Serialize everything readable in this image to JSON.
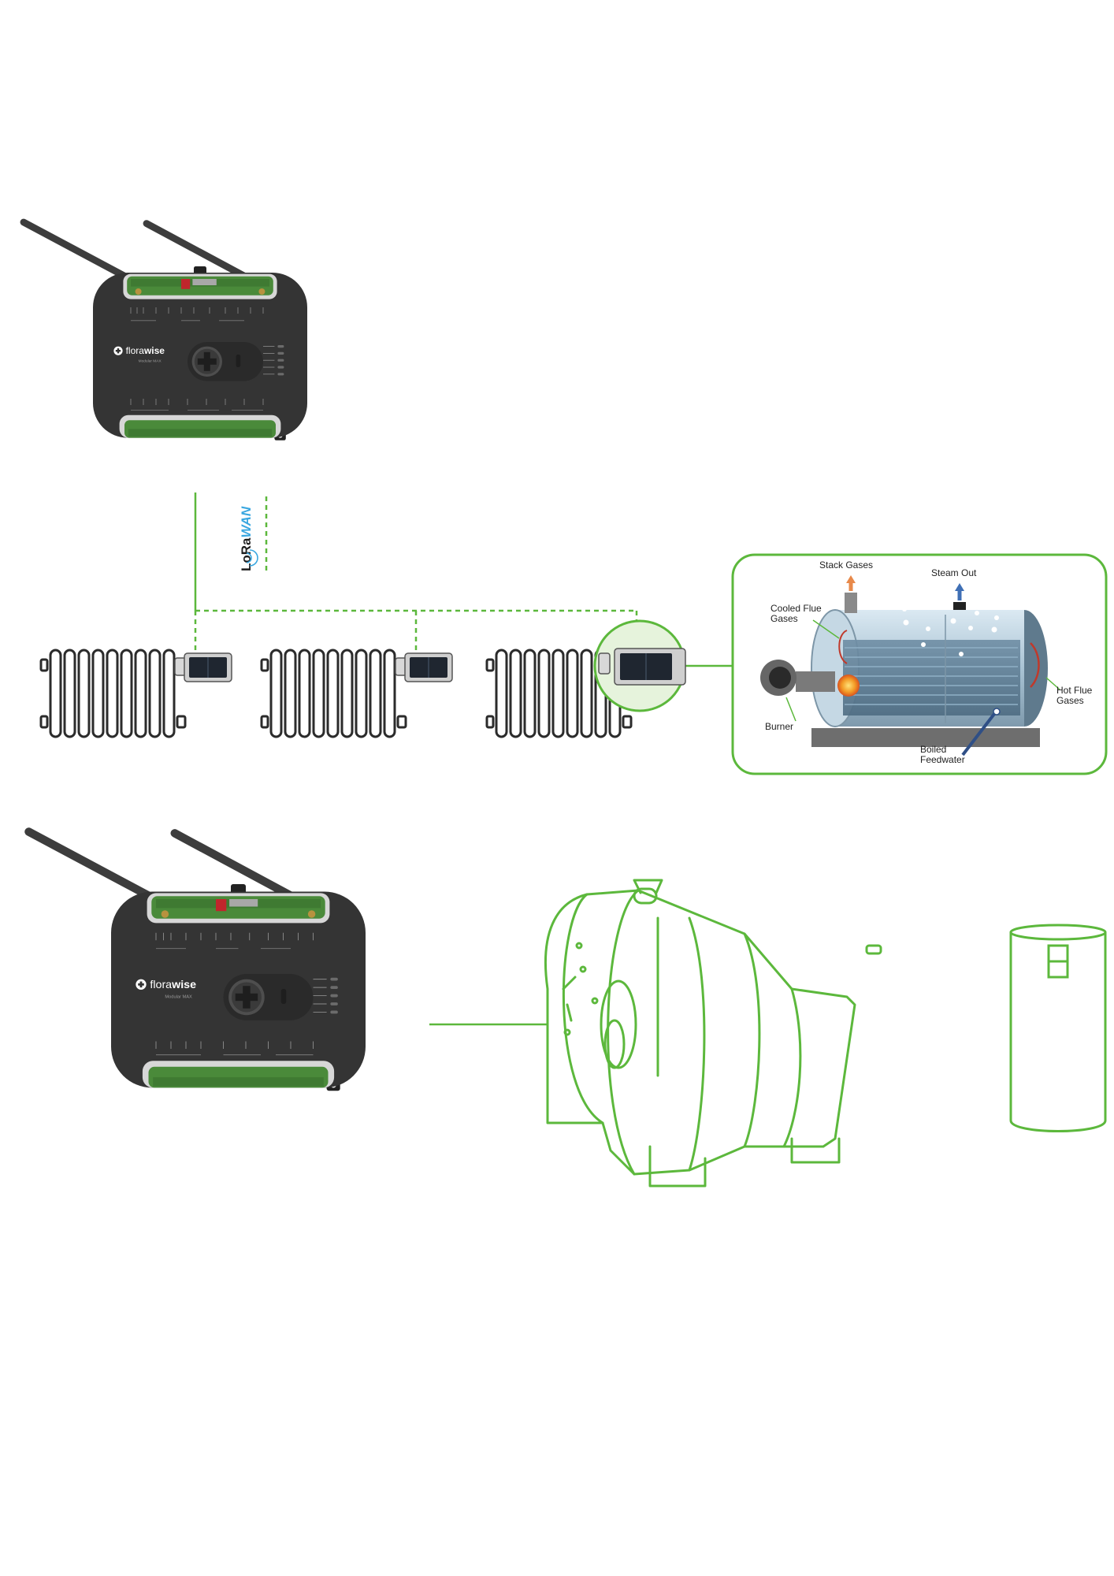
{
  "controller": {
    "brand_prefix": "flora",
    "brand_suffix": "wise",
    "model": "Modular MAX"
  },
  "connection": {
    "lora_prefix": "LoRa",
    "lora_suffix": "WAN"
  },
  "boiler_callout": {
    "labels": {
      "stack_gases": "Stack Gases",
      "steam_out": "Steam Out",
      "cooled_flue_1": "Cooled Flue",
      "cooled_flue_2": "Gases",
      "hot_flue_1": "Hot Flue",
      "hot_flue_2": "Gases",
      "burner": "Burner",
      "boiled_1": "Boiled",
      "boiled_2": "Feedwater"
    }
  },
  "colors": {
    "accent_green": "#5cb83c",
    "device_body": "#343434",
    "lora_blue": "#3aa7e0"
  }
}
